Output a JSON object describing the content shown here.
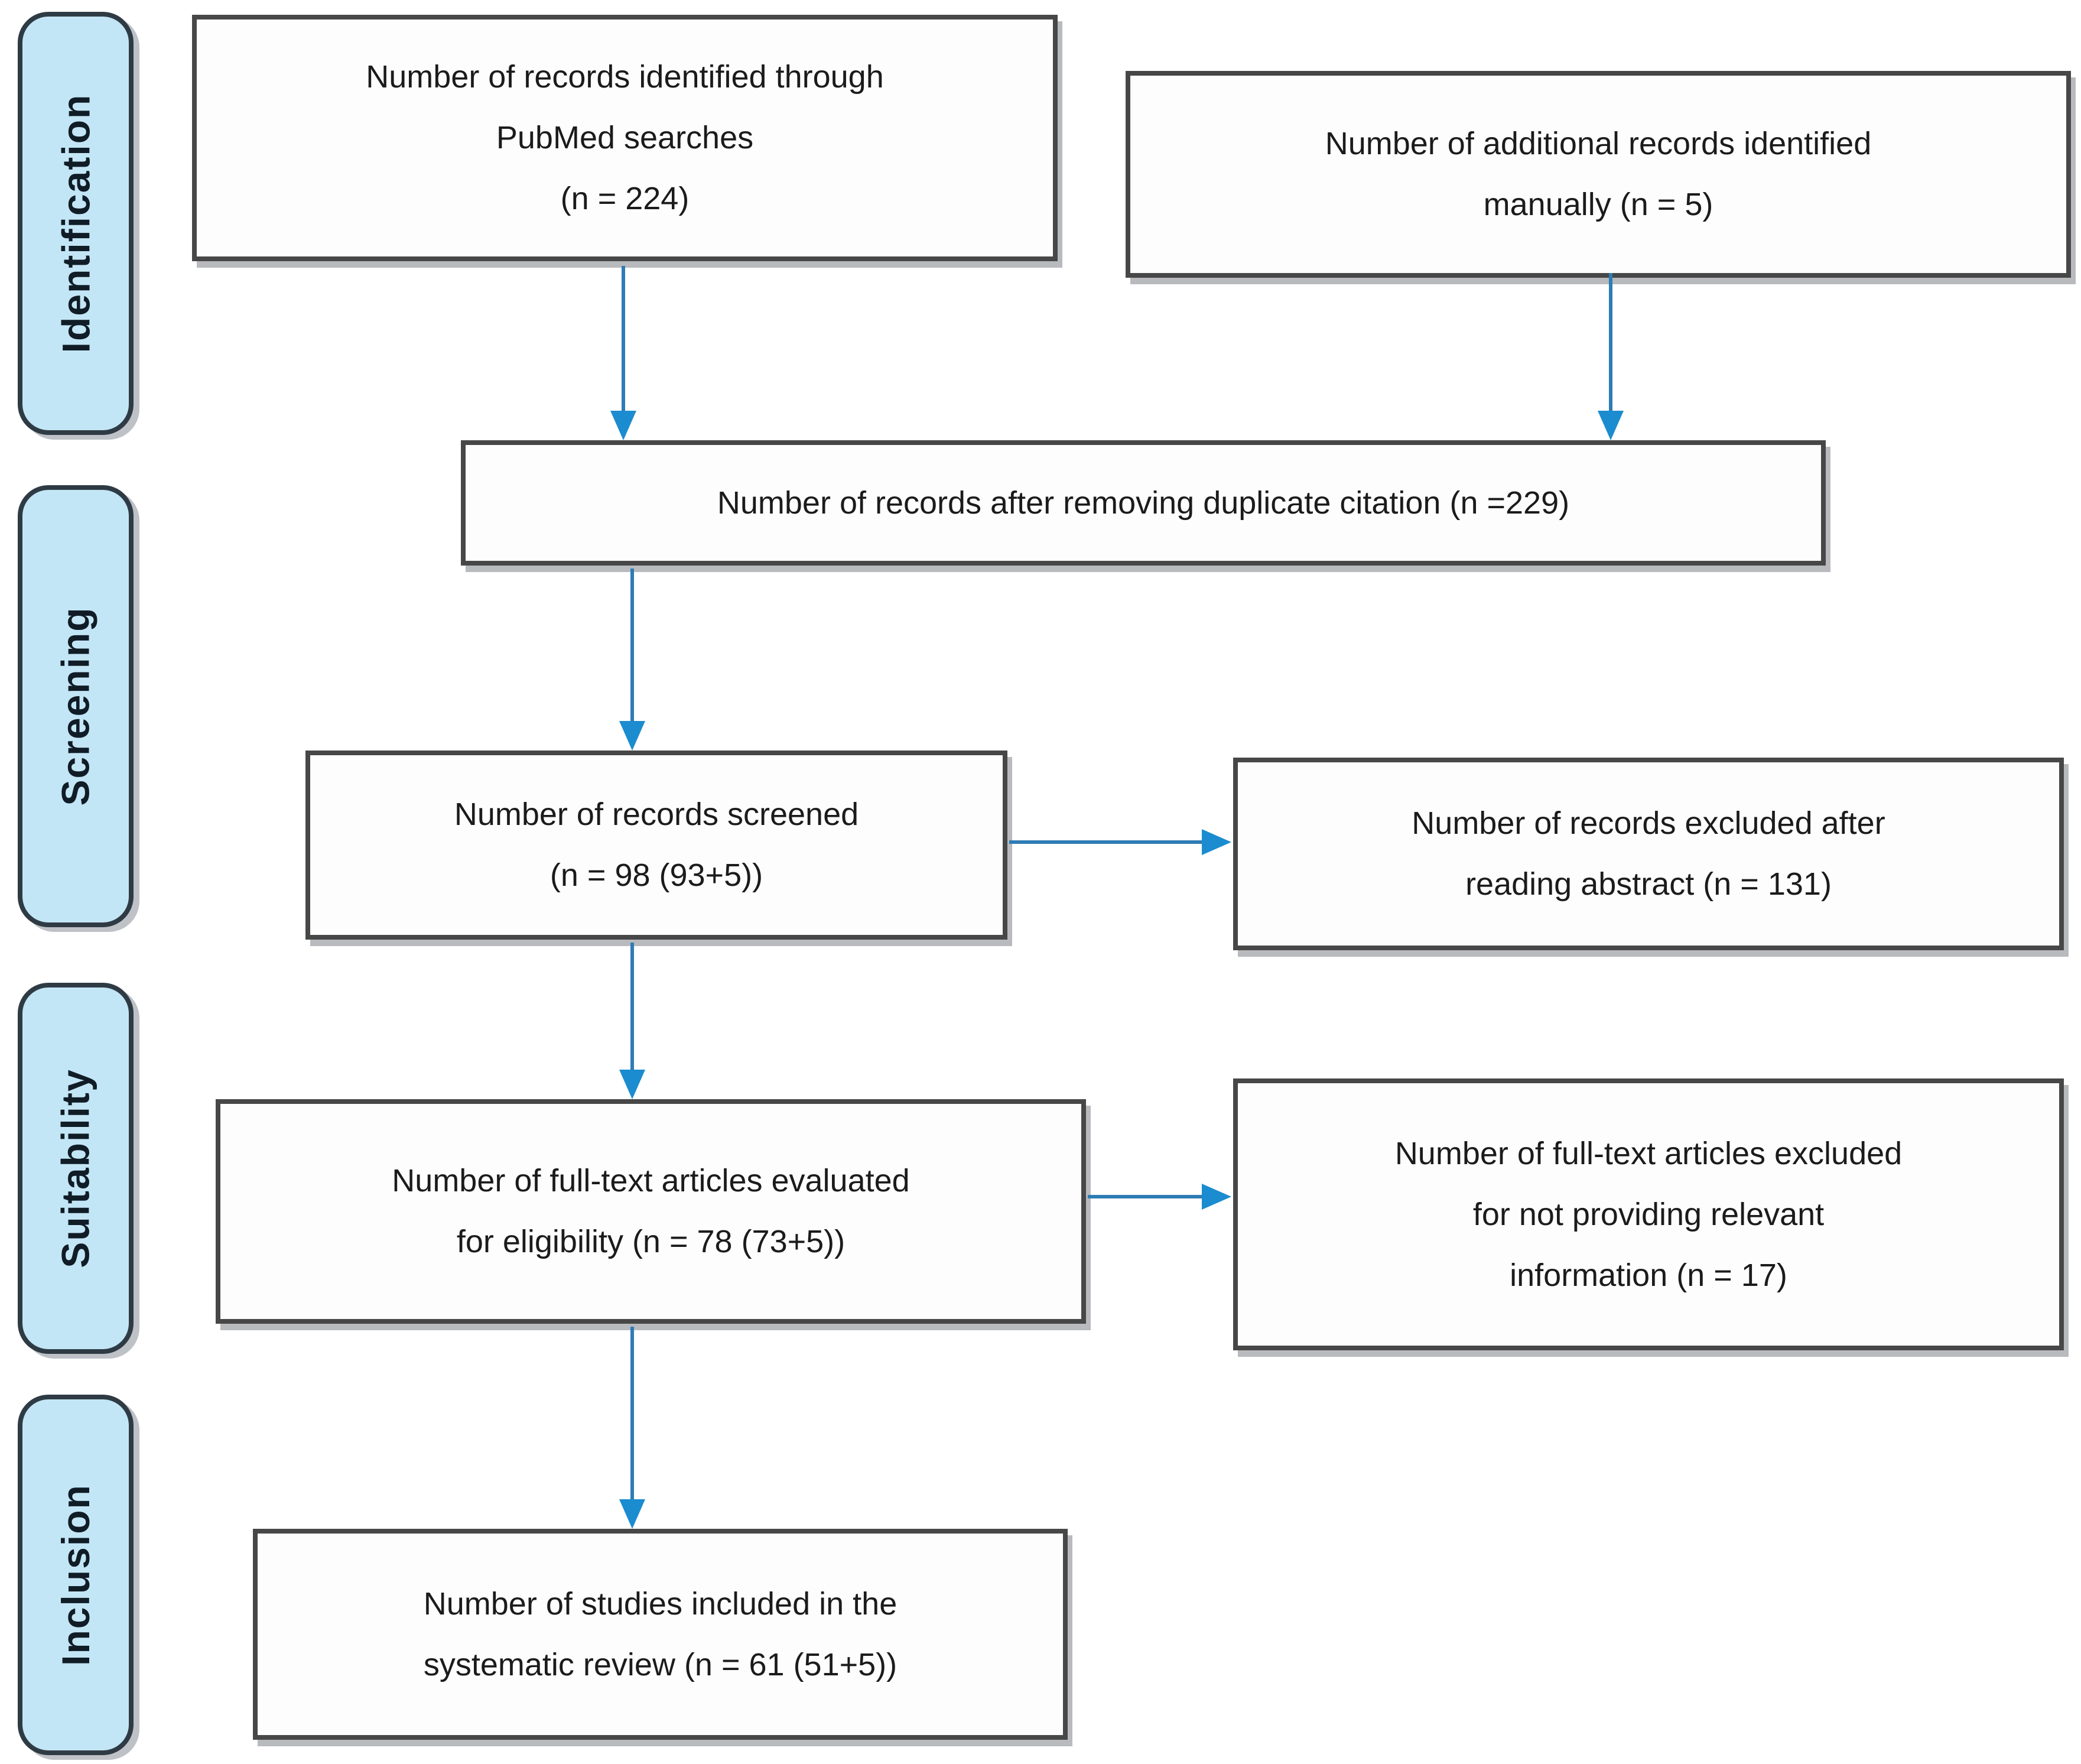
{
  "stages": [
    {
      "label": "Identification"
    },
    {
      "label": "Screening"
    },
    {
      "label": "Suitability"
    },
    {
      "label": "Inclusion"
    }
  ],
  "boxes": {
    "pubmed": {
      "lines": [
        "Number of records identified through",
        "PubMed searches",
        "(n = 224)"
      ]
    },
    "manual": {
      "lines": [
        "Number of additional records identified",
        "manually (n = 5)"
      ]
    },
    "dedup": {
      "lines": [
        "Number of records after removing duplicate citation (n =229)"
      ]
    },
    "screened": {
      "lines": [
        "Number of records screened",
        "(n = 98 (93+5))"
      ]
    },
    "excluded_abstract": {
      "lines": [
        "Number of records excluded after",
        "reading abstract (n = 131)"
      ]
    },
    "fulltext": {
      "lines": [
        "Number of full-text articles evaluated",
        "for eligibility (n = 78 (73+5))"
      ]
    },
    "excluded_fulltext": {
      "lines": [
        "Number of full-text articles excluded",
        "for not providing relevant",
        "information (n = 17)"
      ]
    },
    "included": {
      "lines": [
        "Number of studies included in the",
        "systematic review (n = 61 (51+5))"
      ]
    }
  },
  "colors": {
    "stage_fill": "#c3e6f6",
    "stage_border": "#2f3b44",
    "stage_text": "#101c26",
    "box_border": "#474747",
    "text": "#1b1b1b",
    "arrow_line": "#2e7cb5",
    "arrow_head": "#1b8ccf"
  }
}
